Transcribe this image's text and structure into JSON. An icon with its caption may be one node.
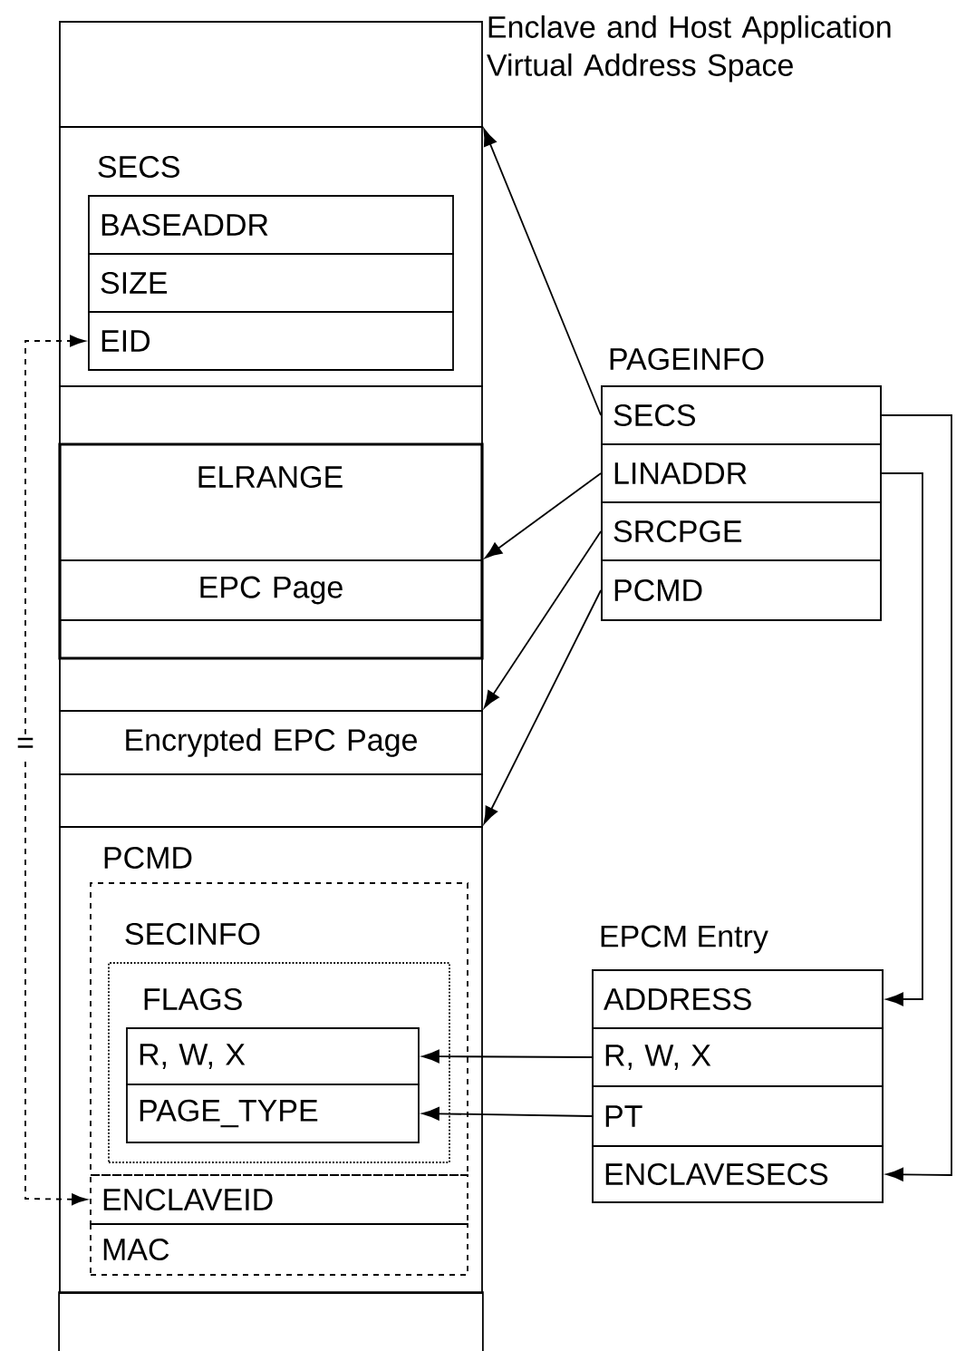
{
  "diagram": {
    "title": "Enclave and Host Application Virtual Address Space",
    "nodes": [
      {
        "text": [],
        "shape": "box"
      },
      {
        "text": [
          "SECS"
        ]
      },
      {
        "text": [
          "BASEADDR"
        ],
        "in": 1
      },
      {
        "text": [
          "SIZE"
        ],
        "in": 1
      },
      {
        "text": [
          "EID"
        ],
        "in": 1
      },
      {
        "text": [],
        "shape": "box"
      },
      {
        "text": [
          "ELRANGE"
        ]
      },
      {
        "text": [
          "EPC Page"
        ],
        "in": 6
      },
      {
        "text": [],
        "shape": "box",
        "in": 6
      },
      {
        "text": [],
        "shape": "box"
      },
      {
        "text": [
          "Encrypted EPC Page"
        ]
      },
      {
        "text": [],
        "shape": "box"
      },
      {
        "text": [
          "PCMD"
        ]
      },
      {
        "text": [
          "SECINFO"
        ],
        "in": 12
      },
      {
        "text": [
          "FLAGS"
        ],
        "in": 13
      },
      {
        "text": [
          "R, W, X"
        ],
        "in": 14
      },
      {
        "text": [
          "PAGE_TYPE"
        ],
        "in": 14
      },
      {
        "text": [
          "ENCLAVEID"
        ],
        "in": 12
      },
      {
        "text": [
          "MAC"
        ],
        "in": 12
      },
      {
        "text": [],
        "shape": "box"
      },
      {
        "text": [
          "PAGEINFO"
        ]
      },
      {
        "text": [
          "SECS"
        ],
        "in": 20
      },
      {
        "text": [
          "LINADDR"
        ],
        "in": 20
      },
      {
        "text": [
          "SRCPGE"
        ],
        "in": 20
      },
      {
        "text": [
          "PCMD"
        ],
        "in": 20
      },
      {
        "text": [
          "EPCM Entry"
        ]
      },
      {
        "text": [
          "ADDRESS"
        ],
        "in": 25
      },
      {
        "text": [
          "R, W, X"
        ],
        "in": 25
      },
      {
        "text": [
          "PT"
        ],
        "in": 25
      },
      {
        "text": [
          "ENCLAVESECS"
        ],
        "in": 25
      }
    ],
    "edges": [
      {
        "from": 21,
        "to": 1,
        "arrow": "to"
      },
      {
        "from": 22,
        "to": 7,
        "arrow": "to"
      },
      {
        "from": 23,
        "to": 10,
        "arrow": "to"
      },
      {
        "from": 24,
        "to": 12,
        "arrow": "to"
      },
      {
        "from": 21,
        "to": 29,
        "arrow": "to"
      },
      {
        "from": 22,
        "to": 26,
        "arrow": "to"
      },
      {
        "from": 27,
        "to": 15,
        "arrow": "to"
      },
      {
        "from": 28,
        "to": 16,
        "arrow": "to"
      },
      {
        "from": 17,
        "to": 4,
        "arrow": "both",
        "style": "dashed",
        "label": "="
      }
    ]
  }
}
